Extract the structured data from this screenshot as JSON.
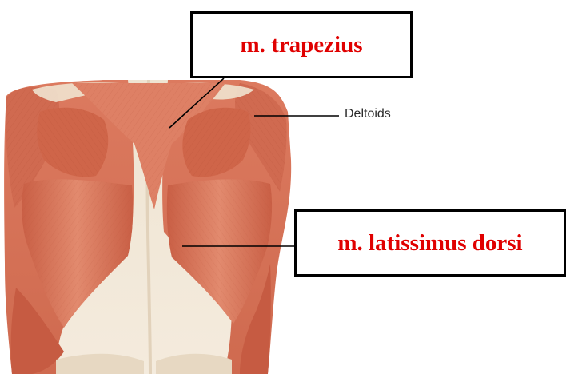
{
  "labels": {
    "trapezius": "m. trapezius",
    "deltoids": "Deltoids",
    "latissimus": "m. latissimus dorsi"
  },
  "colors": {
    "callout_text": "#e00000",
    "callout_border": "#000000",
    "muscle": "#d9745a",
    "muscle_dark": "#b84f38",
    "fascia": "#f1e6d6",
    "background": "#ffffff"
  },
  "figure": {
    "subject": "posterior view of human back muscles"
  }
}
